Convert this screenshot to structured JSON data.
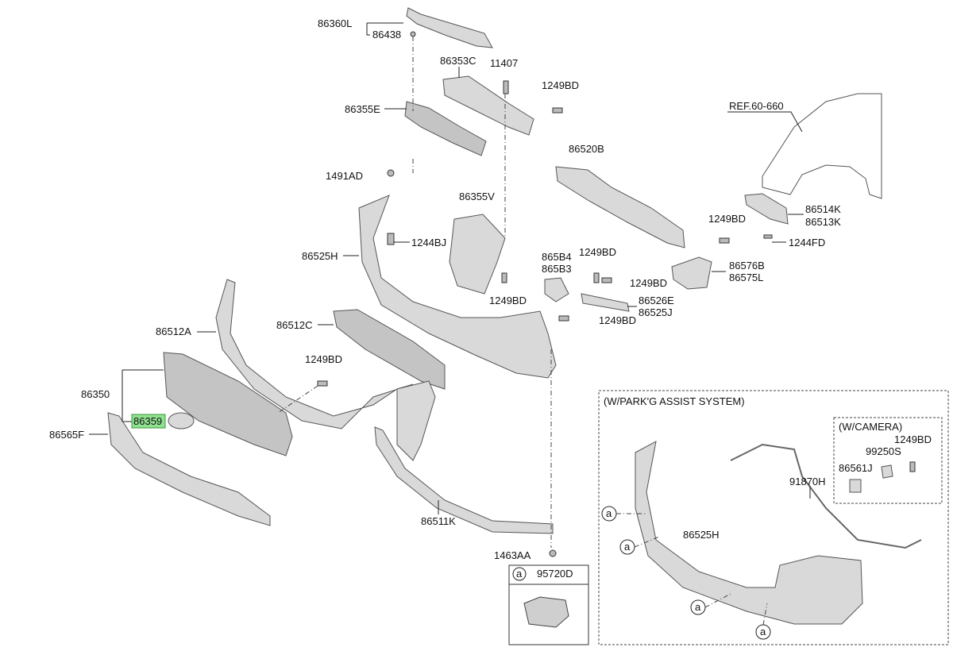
{
  "labels": {
    "p86360L": "86360L",
    "p86438": "86438",
    "p86353C": "86353C",
    "p11407": "11407",
    "p1249BD_top": "1249BD",
    "p86355E": "86355E",
    "p86520B": "86520B",
    "ref": "REF.60-660",
    "p1491AD": "1491AD",
    "p86355V": "86355V",
    "p86514K": "86514K",
    "p86513K": "86513K",
    "p1249BD_r": "1249BD",
    "p1244FD": "1244FD",
    "p1244BJ": "1244BJ",
    "p86525H": "86525H",
    "p865B4": "865B4",
    "p865B3": "865B3",
    "p1249BD_a": "1249BD",
    "p1249BD_b": "1249BD",
    "p1249BD_c": "1249BD",
    "p86576B": "86576B",
    "p86575L": "86575L",
    "p86526E": "86526E",
    "p86525J": "86525J",
    "p1249BD_d": "1249BD",
    "p86512A": "86512A",
    "p86512C": "86512C",
    "p1249BD_e": "1249BD",
    "p86350": "86350",
    "p86359": "86359",
    "p86565F": "86565F",
    "p86511K": "86511K",
    "p1463AA": "1463AA",
    "callout_a": "a",
    "p95720D": "95720D",
    "park_title": "(W/PARK'G ASSIST SYSTEM)",
    "cam_title": "(W/CAMERA)",
    "p1249BD_cam": "1249BD",
    "p99250S": "99250S",
    "p86561J": "86561J",
    "p91870H": "91870H",
    "p86525H_park": "86525H"
  },
  "colors": {
    "highlight": "#8fe08f",
    "part_fill": "#d9d9d9",
    "line": "#222222"
  }
}
